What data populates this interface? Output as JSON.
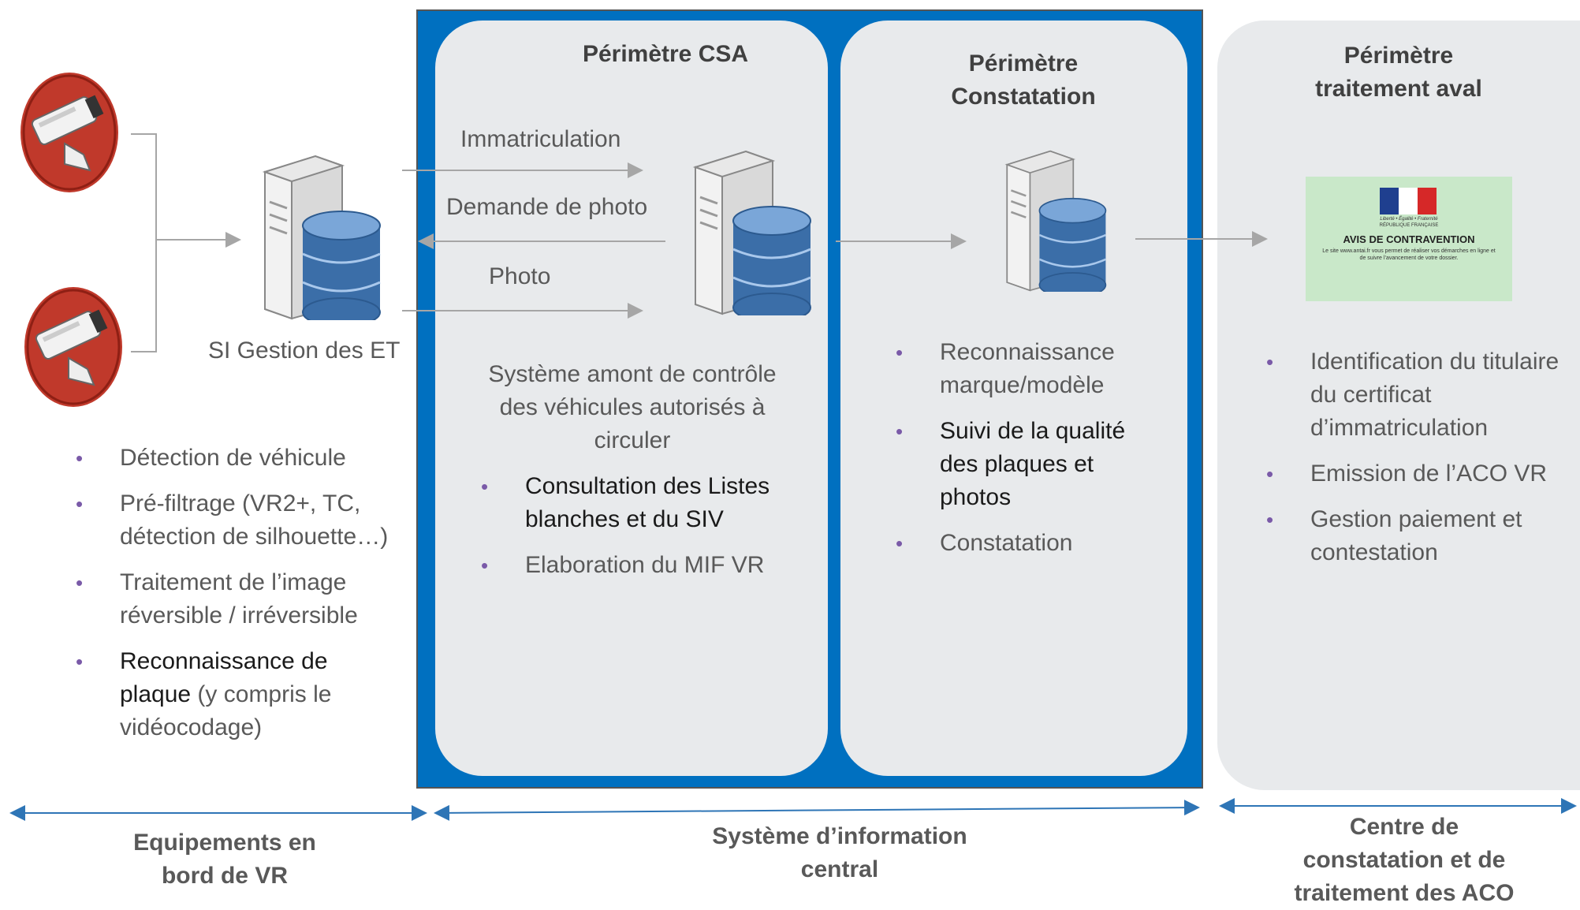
{
  "perimeters": {
    "csa": {
      "title": "Périmètre CSA"
    },
    "constatation": {
      "title_line1": "Périmètre",
      "title_line2": "Constatation"
    },
    "aval": {
      "title_line1": "Périmètre",
      "title_line2": "traitement aval"
    }
  },
  "flows": {
    "immatriculation": "Immatriculation",
    "demande_photo": "Demande de photo",
    "photo": "Photo"
  },
  "si_gestion_label": "SI Gestion des ET",
  "equipements_bullets": [
    {
      "text": "Détection de véhicule"
    },
    {
      "text": "Pré-filtrage (VR2+, TC, détection de silhouette…)"
    },
    {
      "text": "Traitement de l’image réversible / irréversible"
    },
    {
      "dark": "Reconnaissance de plaque",
      "text": " (y compris le vidéocodage)"
    }
  ],
  "csa": {
    "description": "Système amont de contrôle des véhicules autorisés à circuler",
    "bullets": [
      {
        "dark": "Consultation des Listes blanches et du SIV"
      },
      {
        "text": "Elaboration du MIF VR"
      }
    ]
  },
  "constatation": {
    "bullets": [
      {
        "text": "Reconnaissance marque/modèle"
      },
      {
        "dark": "Suivi de la qualité des plaques et photos"
      },
      {
        "text": "Constatation"
      }
    ]
  },
  "aval": {
    "bullets": [
      {
        "text": "Identification du titulaire du certificat d’immatriculation"
      },
      {
        "text": "Emission de l’ACO VR"
      },
      {
        "text": "Gestion paiement et contestation"
      }
    ]
  },
  "avis": {
    "motto": "Liberté • Égalité • Fraternité",
    "republique": "RÉPUBLIQUE FRANÇAISE",
    "title": "AVIS DE CONTRAVENTION",
    "text_line1": "Le site www.antai.fr vous permet de réaliser vos démarches en ligne et",
    "text_line2": "de suivre l’avancement de votre dossier."
  },
  "bottom_labels": {
    "equipements_line1": "Equipements en",
    "equipements_line2": "bord de VR",
    "si_line1": "Système d’information",
    "si_line2": "central",
    "centre_line1": "Centre de",
    "centre_line2": "constatation et de",
    "centre_line3": "traitement des ACO"
  },
  "colors": {
    "frame_blue": "#0070c0",
    "panel_grey": "#e8eaec",
    "arrow_blue": "#2e75b6",
    "arrow_grey": "#a6a6a6",
    "camera_red": "#c0392b"
  },
  "icons": [
    "speed-camera-icon",
    "server-database-icon",
    "french-flag-logo"
  ]
}
